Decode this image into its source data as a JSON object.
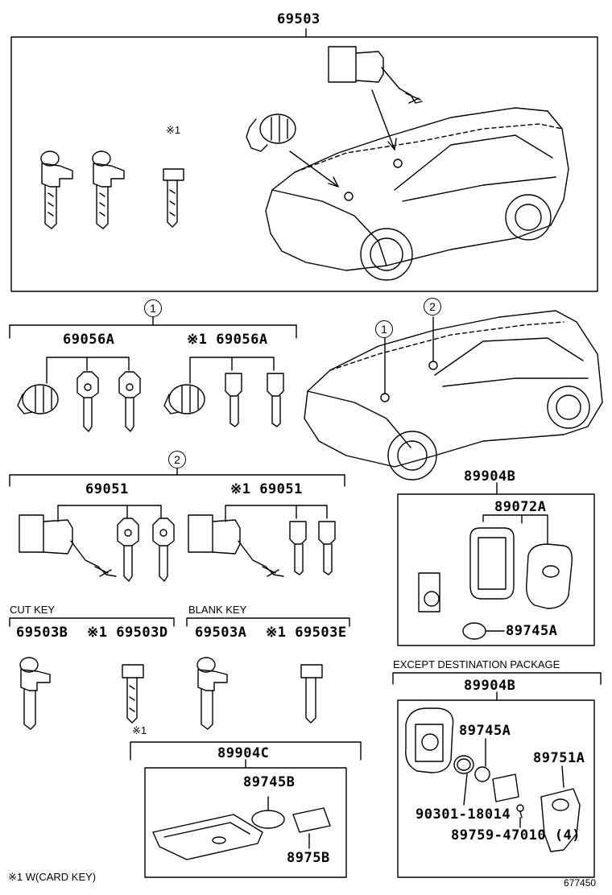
{
  "top_group": {
    "part": "69503"
  },
  "group1": {
    "ref": "1",
    "kit_a": "69056A",
    "kit_b": "※1 69056A"
  },
  "group2": {
    "ref": "2",
    "kit_a": "69051",
    "kit_b": "※1 69051"
  },
  "car_refs": {
    "ref1": "1",
    "ref2": "2"
  },
  "cut_key": {
    "caption": "CUT KEY",
    "part_a": "69503B",
    "part_b": "※1 69503D"
  },
  "blank_key": {
    "caption": "BLANK KEY",
    "part_a": "69503A",
    "part_b": "※1 69503E"
  },
  "card_key_group": {
    "marker": "※1",
    "part": "89904C",
    "battery": "89745B",
    "cover": "8975B"
  },
  "smart_key": {
    "part": "89904B",
    "case": "89072A",
    "battery": "89745A"
  },
  "except_pkg": {
    "caption": "EXCEPT DESTINATION PACKAGE",
    "part": "89904B",
    "battery": "89745A",
    "cover": "89751A",
    "oring": "90301-18014",
    "screw": "89759-47010 (4)"
  },
  "key1_marker": "※1",
  "footnote": "※1 W(CARD KEY)",
  "diagram_code": "677450"
}
